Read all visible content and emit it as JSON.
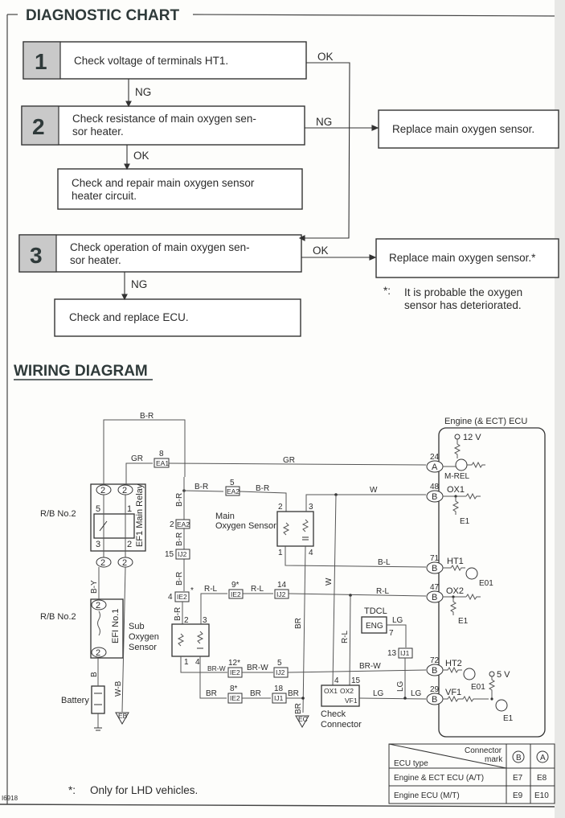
{
  "diagnostic_chart": {
    "title": "DIAGNOSTIC CHART",
    "steps": [
      {
        "number": "1",
        "text": [
          "Check voltage of terminals HT1."
        ]
      },
      {
        "number": "2",
        "text": [
          "Check resistance of main oxygen sen-",
          "sor heater."
        ]
      },
      {
        "number": "3",
        "text": [
          "Check operation of main oxygen sen-",
          "sor heater."
        ]
      }
    ],
    "actions": {
      "repair_circuit": [
        "Check and repair main oxygen sensor",
        "heater circuit."
      ],
      "replace_ecu": [
        "Check and replace ECU."
      ],
      "replace_sensor_ng": [
        "Replace main oxygen sensor."
      ],
      "replace_sensor_ok": [
        "Replace main oxygen sensor.*"
      ]
    },
    "labels": {
      "ok": "OK",
      "ng": "NG"
    },
    "footnote_mark": "*:",
    "footnote": [
      "It is probable the oxygen",
      "sensor has deteriorated."
    ]
  },
  "wiring_diagram": {
    "title": "WIRING DIAGRAM",
    "components": {
      "rb_no2": "R/B No.2",
      "efi_main_relay": "EF1 Main Relay",
      "efi_no1": "EFI No.1",
      "battery": "Battery",
      "sub_oxygen_sensor": [
        "Sub",
        "Oxygen",
        "Sensor"
      ],
      "main_oxygen_sensor": [
        "Main",
        "Oxygen Sensor"
      ],
      "ecu": "Engine (& ECT) ECU",
      "tdcl": "TDCL",
      "eng": "ENG",
      "check_connector": [
        "Check",
        "Connector"
      ],
      "check_conn_pins": [
        "OX1",
        "OX2",
        "VF1"
      ]
    },
    "wire_colors": {
      "br": "B-R",
      "gr": "GR",
      "w": "W",
      "bl": "B-L",
      "rl": "R-L",
      "brw": "BR-W",
      "brown": "BR",
      "lg": "LG",
      "by": "B-Y",
      "b": "B",
      "wb": "W-B"
    },
    "connectors": {
      "ea1": "EA1",
      "ea2": "EA2",
      "ij2": "IJ2",
      "ie2": "IE2",
      "ij1": "IJ1",
      "a": "A",
      "b": "B",
      "eb": "EB",
      "ec": "EC"
    },
    "pins": {
      "p2": "2",
      "p5": "5",
      "p1": "1",
      "p3": "3",
      "p4": "4",
      "p8": "8",
      "p15": "15",
      "p9s": "9*",
      "p14": "14",
      "p12s": "12*",
      "p8s": "8*",
      "p18": "18",
      "p13": "13",
      "p7": "7",
      "star": "*",
      "ecu24": "24",
      "ecu48": "48",
      "ecu71": "71",
      "ecu47": "47",
      "ecu72": "72",
      "ecu29": "29"
    },
    "ecu_terminals": {
      "v12": "12 V",
      "mrel": "M-REL",
      "ox1": "OX1",
      "e1": "E1",
      "ht1": "HT1",
      "e01": "E01",
      "ox2": "OX2",
      "ht2": "HT2",
      "vf1": "VF1",
      "v5": "5 V"
    },
    "footnote_mark": "*:",
    "footnote": "Only for LHD vehicles.",
    "figure_id": "I6918"
  },
  "connector_table": {
    "header_top": [
      "Connector",
      "mark"
    ],
    "header_left": "ECU type",
    "columns": [
      "B",
      "A"
    ],
    "rows": [
      {
        "type": "Engine & ECT ECU (A/T)",
        "b": "E7",
        "a": "E8"
      },
      {
        "type": "Engine ECU (M/T)",
        "b": "E9",
        "a": "E10"
      }
    ]
  }
}
